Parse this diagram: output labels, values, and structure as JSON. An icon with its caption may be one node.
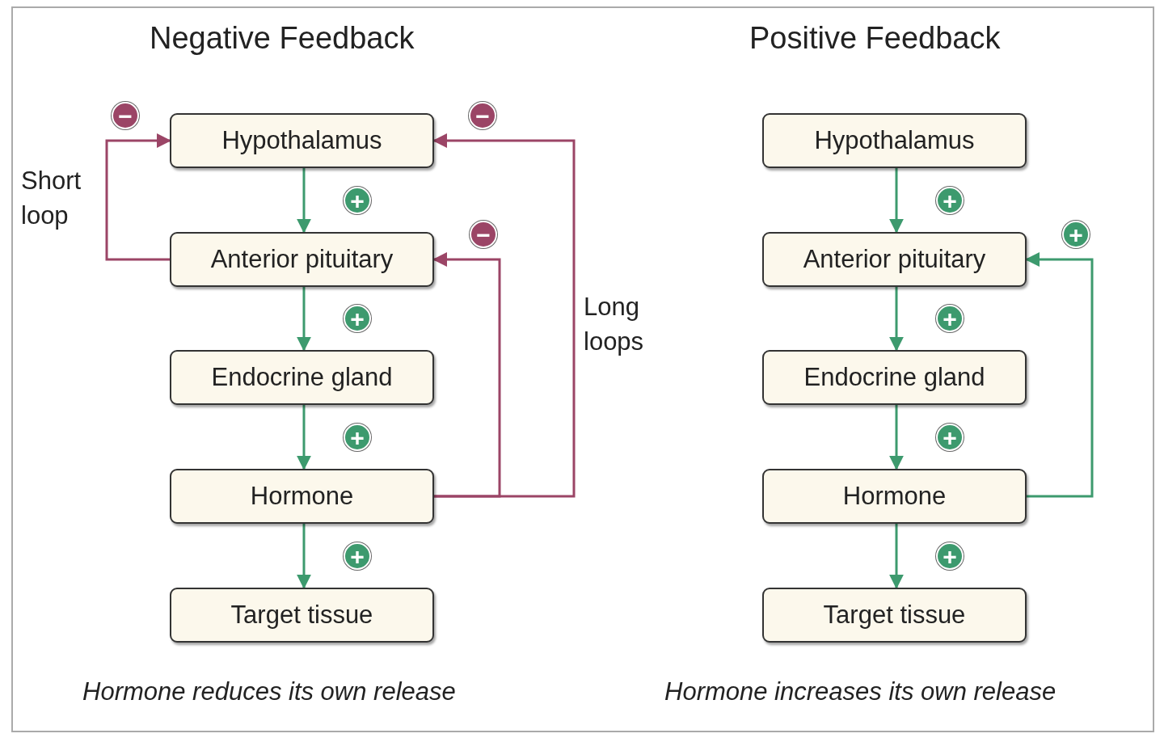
{
  "diagram": {
    "nodes": [
      {
        "text": [
          "Hypothalamus"
        ]
      },
      {
        "text": [
          "Anterior pituitary"
        ]
      },
      {
        "text": [
          "Endocrine gland"
        ]
      },
      {
        "text": [
          "Hormone"
        ]
      },
      {
        "text": [
          "Target tissue"
        ]
      },
      {
        "text": [
          "Hypothalamus"
        ]
      },
      {
        "text": [
          "Anterior pituitary"
        ]
      },
      {
        "text": [
          "Endocrine gland"
        ]
      },
      {
        "text": [
          "Hormone"
        ]
      },
      {
        "text": [
          "Target tissue"
        ]
      }
    ],
    "edges": [
      {
        "from": 0,
        "to": 1,
        "arrow": "to",
        "label": "+"
      },
      {
        "from": 1,
        "to": 2,
        "arrow": "to",
        "label": "+"
      },
      {
        "from": 2,
        "to": 3,
        "arrow": "to",
        "label": "+"
      },
      {
        "from": 3,
        "to": 4,
        "arrow": "to",
        "label": "+"
      },
      {
        "from": 1,
        "to": 0,
        "arrow": "to",
        "label": "−",
        "color": "#9b4566"
      },
      {
        "from": 3,
        "to": 0,
        "arrow": "to",
        "label": "−",
        "color": "#9b4566"
      },
      {
        "from": 3,
        "to": 1,
        "arrow": "to",
        "label": "−",
        "color": "#9b4566"
      },
      {
        "from": 5,
        "to": 6,
        "arrow": "to",
        "label": "+"
      },
      {
        "from": 6,
        "to": 7,
        "arrow": "to",
        "label": "+"
      },
      {
        "from": 7,
        "to": 8,
        "arrow": "to",
        "label": "+"
      },
      {
        "from": 8,
        "to": 9,
        "arrow": "to",
        "label": "+"
      },
      {
        "from": 8,
        "to": 6,
        "arrow": "to",
        "label": "+"
      }
    ],
    "labels": [
      "Negative Feedback",
      "Positive Feedback",
      "Short loop",
      "Long loops",
      "Hormone reduces its own release",
      "Hormone increases its own release"
    ]
  }
}
